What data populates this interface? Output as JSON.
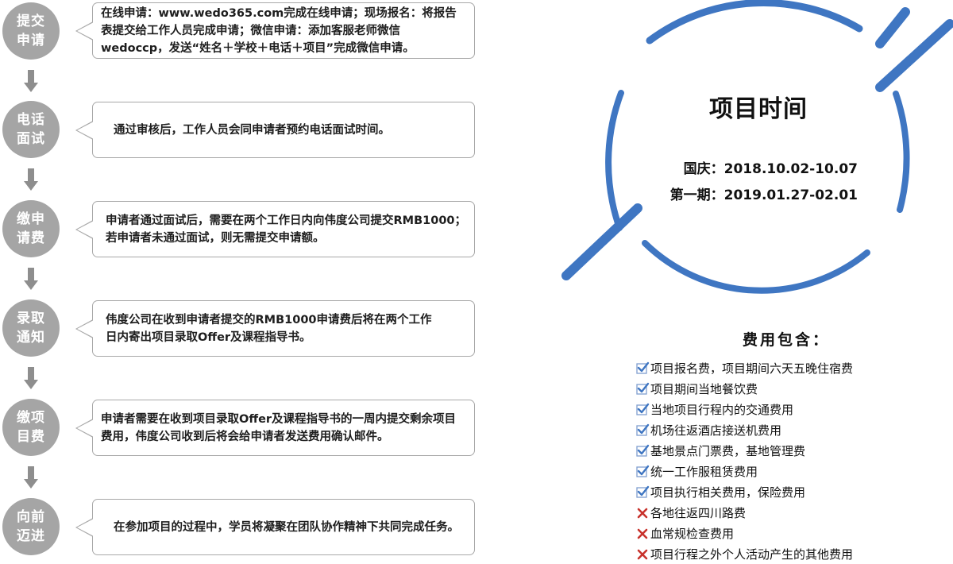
{
  "steps": [
    {
      "title_line1": "提交",
      "title_line2": "申请",
      "text": "在线申请：www.wedo365.com完成在线申请；现场报名：将报告表提交给工作人员完成申请；微信申请：添加客服老师微信wedoccp，发送“姓名＋学校＋电话＋项目”完成微信申请。"
    },
    {
      "title_line1": "电话",
      "title_line2": "面试",
      "text": "通过审核后，工作人员会同申请者预约电话面试时间。"
    },
    {
      "title_line1": "缴申",
      "title_line2": "请费",
      "text": "申请者通过面试后，需要在两个工作日内向伟度公司提交RMB1000；若申请者未通过面试，则无需提交申请额。"
    },
    {
      "title_line1": "录取",
      "title_line2": "通知",
      "text": "伟度公司在收到申请者提交的RMB1000申请费后将在两个工作日内寄出项目录取Offer及课程指导书。"
    },
    {
      "title_line1": "缴项",
      "title_line2": "目费",
      "text": "申请者需要在收到项目录取Offer及课程指导书的一周内提交剩余项目费用，伟度公司收到后将会给申请者发送费用确认邮件。"
    },
    {
      "title_line1": "向前",
      "title_line2": "迈进",
      "text": "在参加项目的过程中，学员将凝聚在团队协作精神下共同完成任务。"
    }
  ],
  "panel": {
    "title": "项目时间",
    "dates": [
      {
        "label": "国庆：",
        "value": "2018.10.02-10.07"
      },
      {
        "label": "第一期：",
        "value": "2019.01.27-02.01"
      }
    ]
  },
  "fees": {
    "title": "费用包含：",
    "items": [
      {
        "text": "项目报名费，项目期间六天五晚住宿费",
        "included": true
      },
      {
        "text": "项目期间当地餐饮费",
        "included": true
      },
      {
        "text": "当地项目行程内的交通费用",
        "included": true
      },
      {
        "text": "机场往返酒店接送机费用",
        "included": true
      },
      {
        "text": "基地景点门票费，基地管理费",
        "included": true
      },
      {
        "text": "统一工作服租赁费用",
        "included": true
      },
      {
        "text": "项目执行相关费用，保险费用",
        "included": true
      },
      {
        "text": "各地往返四川路费",
        "included": false
      },
      {
        "text": "血常规检查费用",
        "included": false
      },
      {
        "text": "项目行程之外个人活动产生的其他费用",
        "included": false
      }
    ]
  },
  "colors": {
    "accent": "#3f76c2",
    "step": "#a5a5a5",
    "check": "#3f76c2",
    "cross": "#c8322c"
  },
  "icons": {
    "included": "checkbox-check-icon",
    "excluded": "cross-icon",
    "connector": "arrow-down-icon"
  }
}
